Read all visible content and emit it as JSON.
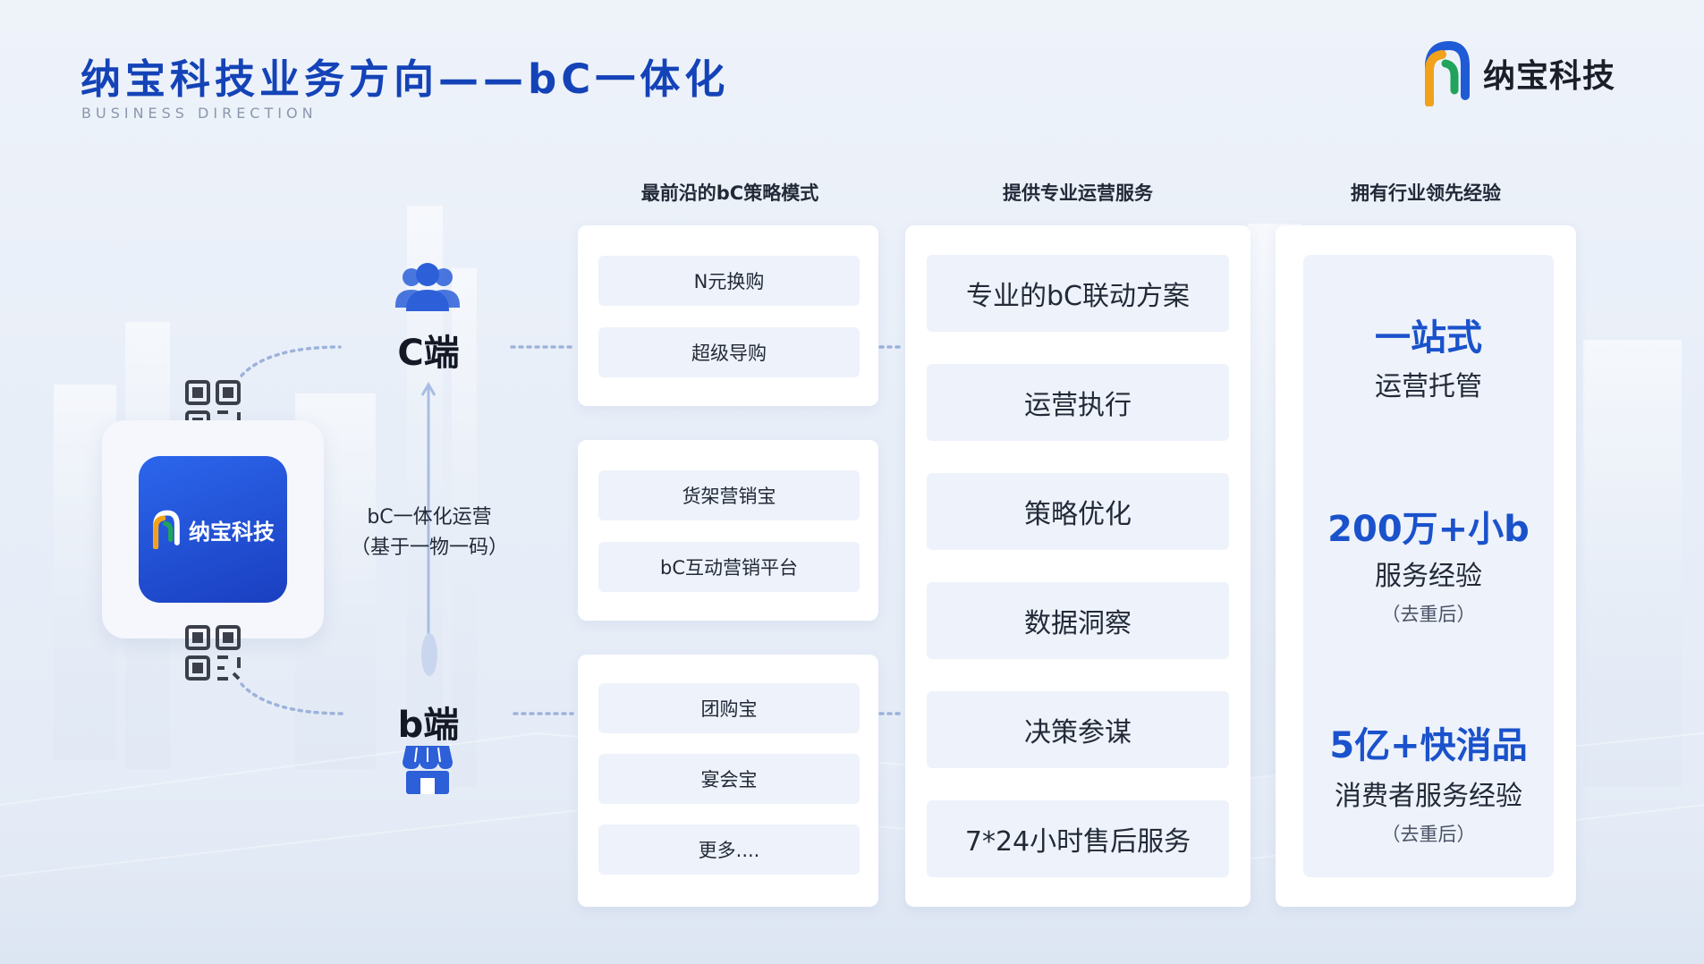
{
  "header": {
    "title": "纳宝科技业务方向——bC一体化",
    "subtitle": "BUSINESS DIRECTION",
    "brand_name": "纳宝科技"
  },
  "left": {
    "app_label": "纳宝科技",
    "c_side": "C端",
    "b_side": "b端",
    "mid_line1": "bC一体化运营",
    "mid_line2": "（基于一物一码）"
  },
  "columns": {
    "strategy": {
      "header": "最前沿的bC策略模式",
      "groups": [
        [
          "N元换购",
          "超级导购"
        ],
        [
          "货架营销宝",
          "bC互动营销平台"
        ],
        [
          "团购宝",
          "宴会宝",
          "更多...."
        ]
      ]
    },
    "services": {
      "header": "提供专业运营服务",
      "items": [
        "专业的bC联动方案",
        "运营执行",
        "策略优化",
        "数据洞察",
        "决策参谋",
        "7*24小时售后服务"
      ]
    },
    "experience": {
      "header": "拥有行业领先经验",
      "blocks": [
        {
          "big": "一站式",
          "sub": "运营托管",
          "note": ""
        },
        {
          "big": "200万+小b",
          "sub": "服务经验",
          "note": "（去重后）"
        },
        {
          "big": "5亿+快消品",
          "sub": "消费者服务经验",
          "note": "（去重后）"
        }
      ]
    }
  },
  "colors": {
    "title_blue": "#1443b8",
    "accent_blue": "#1a52cc",
    "icon_blue": "#2c5fd8"
  }
}
